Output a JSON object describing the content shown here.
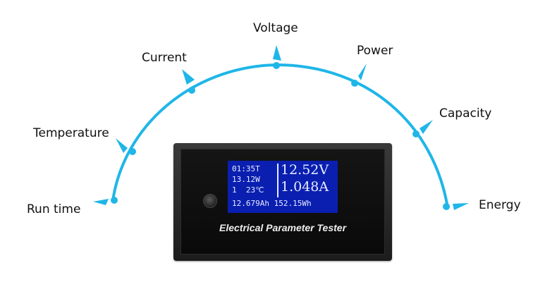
{
  "colors": {
    "accent": "#1fb6e8",
    "device_body": "#222222",
    "screen": "#0a1fb0",
    "screen_text": "#e8ecff"
  },
  "labels": {
    "run_time": "Run time",
    "temperature": "Temperature",
    "current": "Current",
    "voltage": "Voltage",
    "power": "Power",
    "capacity": "Capacity",
    "energy": "Energy"
  },
  "device": {
    "caption": "Electrical Parameter Tester",
    "screen": {
      "time": "01:35T",
      "power": "13.12W",
      "temp": "1  23℃",
      "voltage": "12.52V",
      "current": "1.048A",
      "bottom": "12.679Ah 152.15Wh"
    }
  }
}
